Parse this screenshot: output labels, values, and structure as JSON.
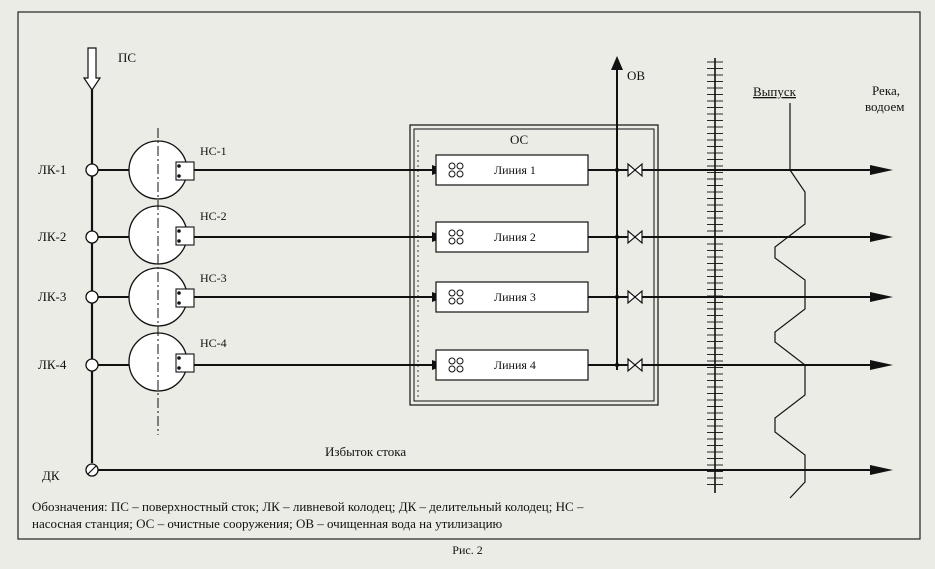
{
  "labels": {
    "ps": "ПС",
    "ov": "ОВ",
    "os": "ОС",
    "vypusk": "Выпуск",
    "reka_1": "Река,",
    "reka_2": "водоем",
    "izbytok": "Избыток стока",
    "dk": "ДК"
  },
  "rows": [
    {
      "lk": "ЛК-1",
      "ns": "НС-1",
      "line": "Линия 1"
    },
    {
      "lk": "ЛК-2",
      "ns": "НС-2",
      "line": "Линия 2"
    },
    {
      "lk": "ЛК-3",
      "ns": "НС-3",
      "line": "Линия 3"
    },
    {
      "lk": "ЛК-4",
      "ns": "НС-4",
      "line": "Линия 4"
    }
  ],
  "legend": {
    "line1": "Обозначения: ПС – поверхностный сток; ЛК – ливневой колодец; ДК – делительный колодец; НС –",
    "line2": "насосная станция; ОС – очистные сооружения; ОВ – очищенная вода на утилизацию"
  },
  "caption": "Рис. 2"
}
